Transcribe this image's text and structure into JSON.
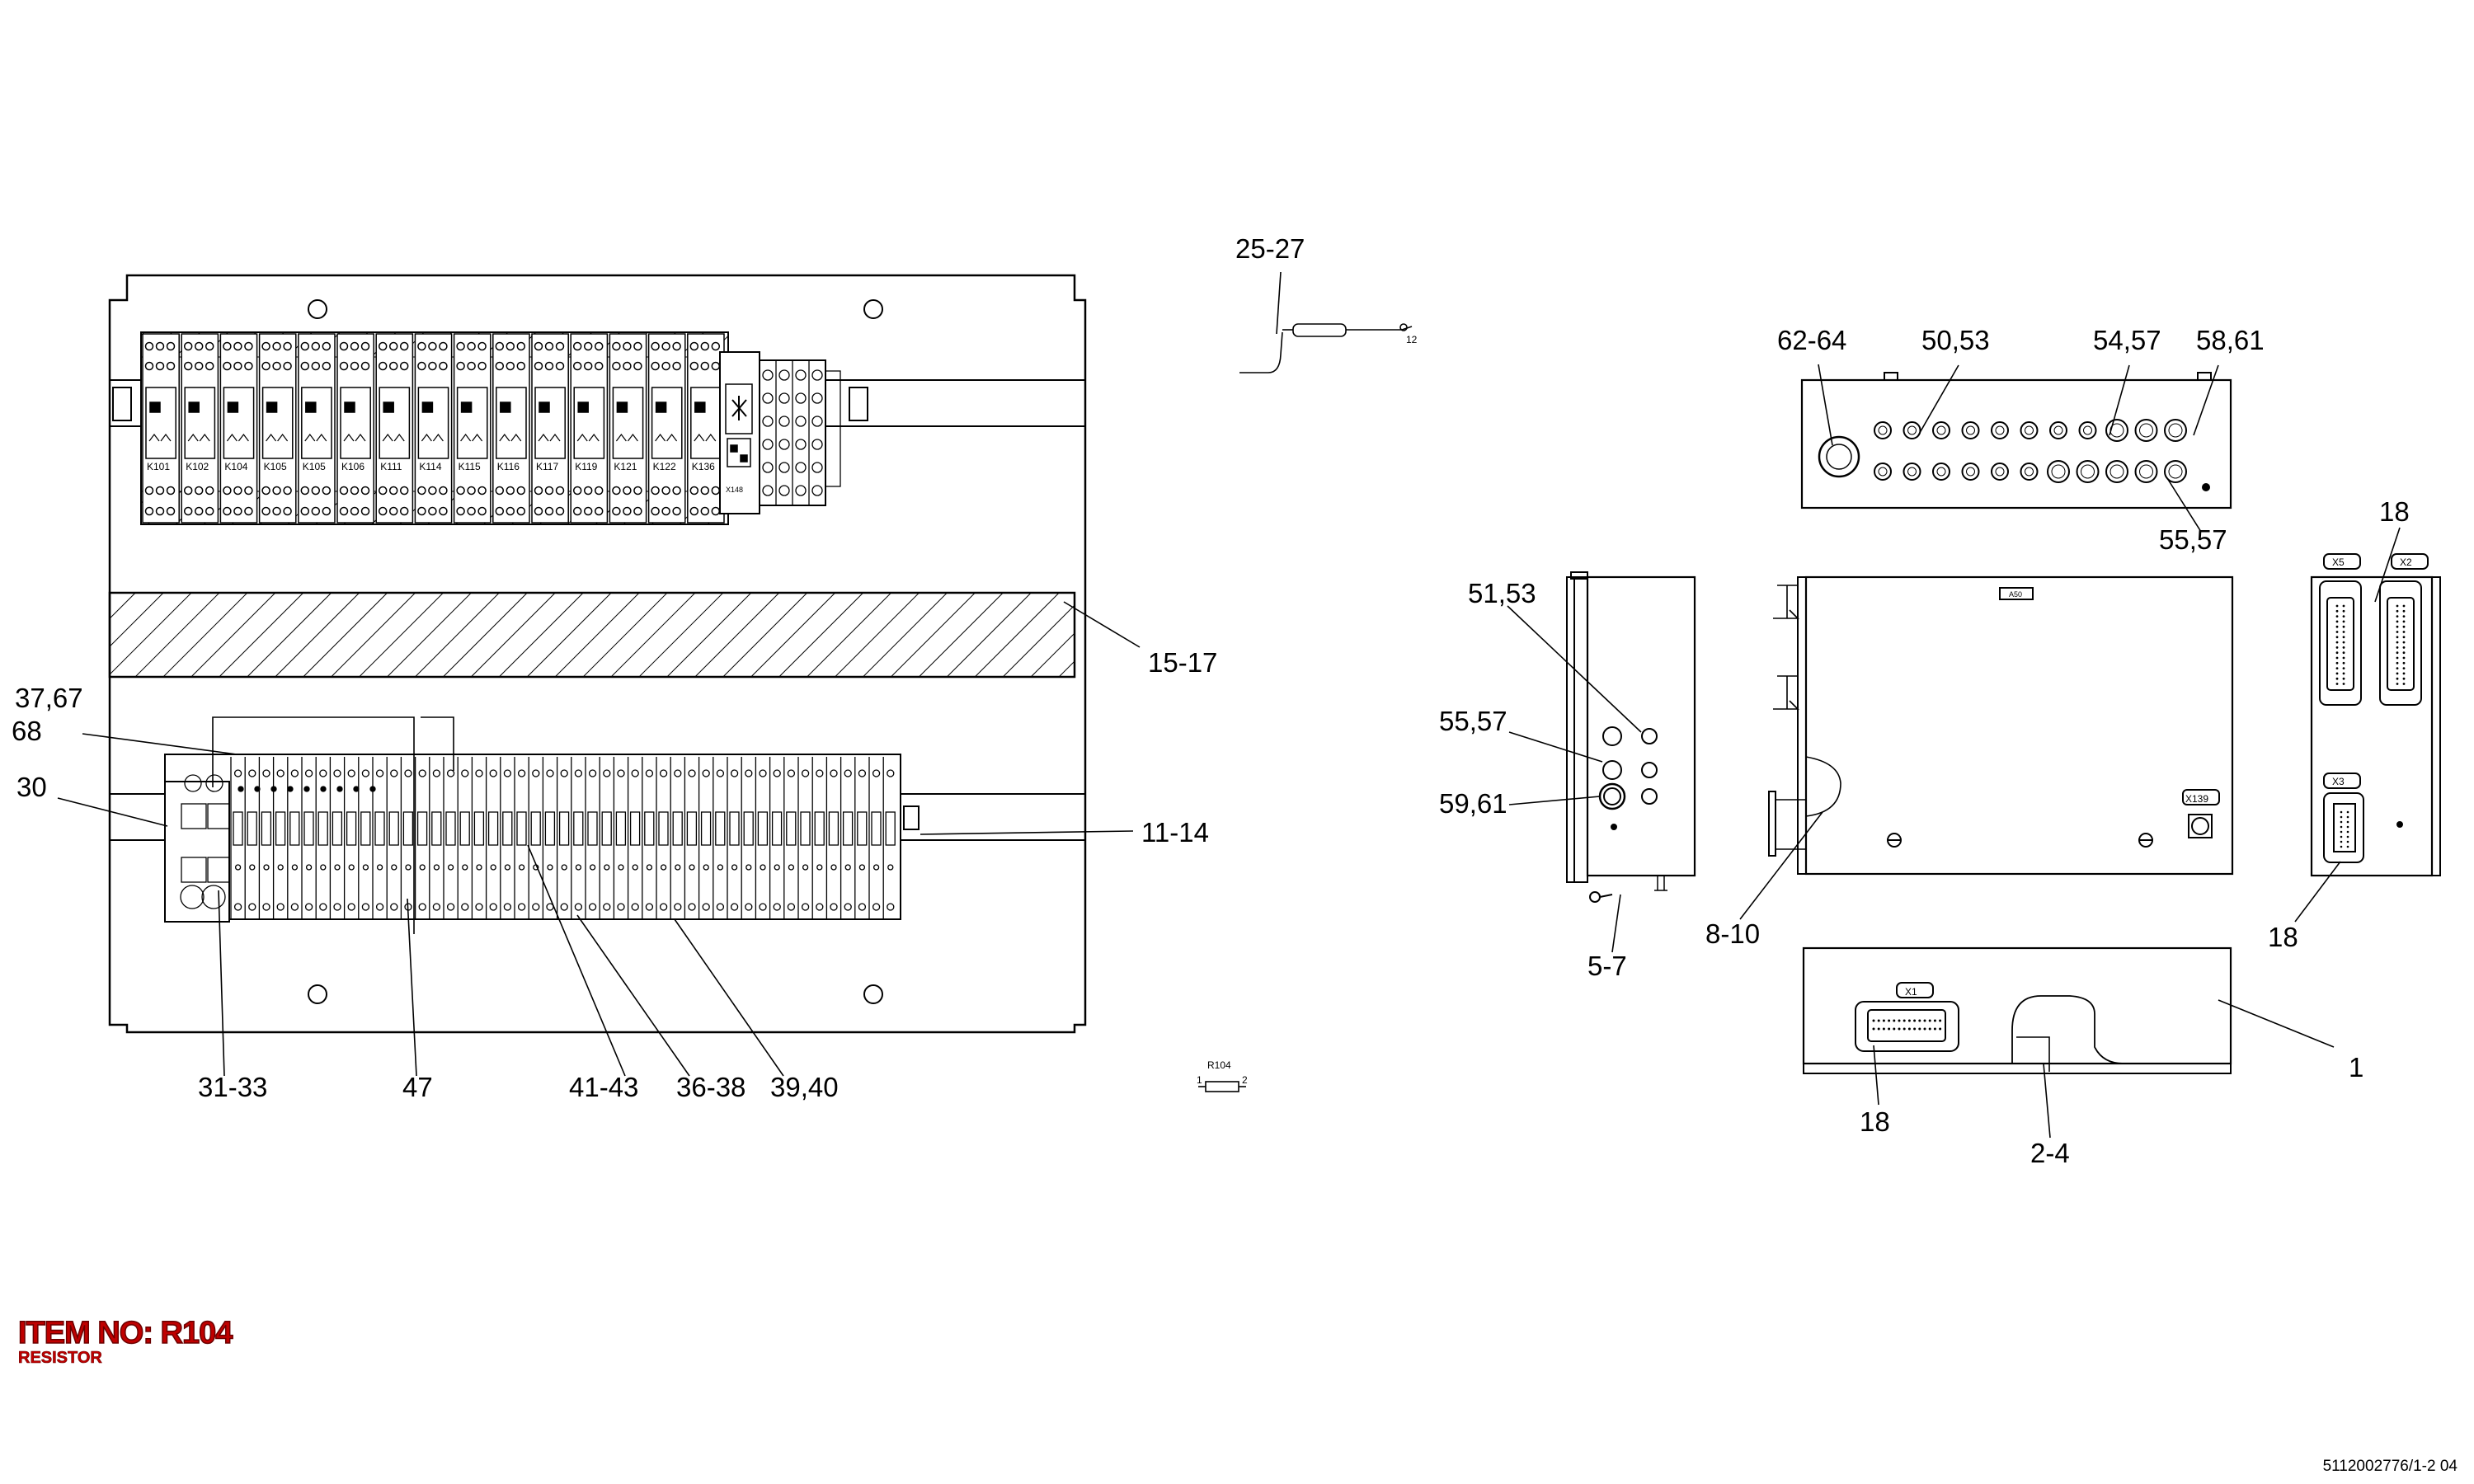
{
  "item": {
    "title": "ITEM NO: R104",
    "subtitle": "RESISTOR"
  },
  "document_number": "5112002776/1-2 04",
  "callouts": {
    "c25_27": "25-27",
    "c15_17": "15-17",
    "c37_67": "37,67",
    "c68": "68",
    "c30": "30",
    "c11_14": "11-14",
    "c31_33": "31-33",
    "c47": "47",
    "c41_43": "41-43",
    "c36_38": "36-38",
    "c39_40": "39,40",
    "c62_64": "62-64",
    "c50_53": "50,53",
    "c54_57": "54,57",
    "c58_61": "58,61",
    "c55_57_top": "55,57",
    "c18_top": "18",
    "c51_53": "51,53",
    "c55_57_side": "55,57",
    "c59_61": "59,61",
    "c5_7": "5-7",
    "c8_10": "8-10",
    "c18_right": "18",
    "c1": "1",
    "c18_bottom": "18",
    "c2_4": "2-4"
  },
  "relays": [
    "K101",
    "K102",
    "K104",
    "K105",
    "K105",
    "K106",
    "K111",
    "K114",
    "K115",
    "K116",
    "K117",
    "K119",
    "K121",
    "K122",
    "K136"
  ],
  "labels": {
    "x148": "X148",
    "resistor_tag": "R104",
    "resistor_pin1": "1",
    "resistor_pin2": "2",
    "sensor_pin": "12",
    "a50": "A50",
    "x139": "X139",
    "x5": "X5",
    "x2": "X2",
    "x3": "X3",
    "x1": "X1"
  }
}
